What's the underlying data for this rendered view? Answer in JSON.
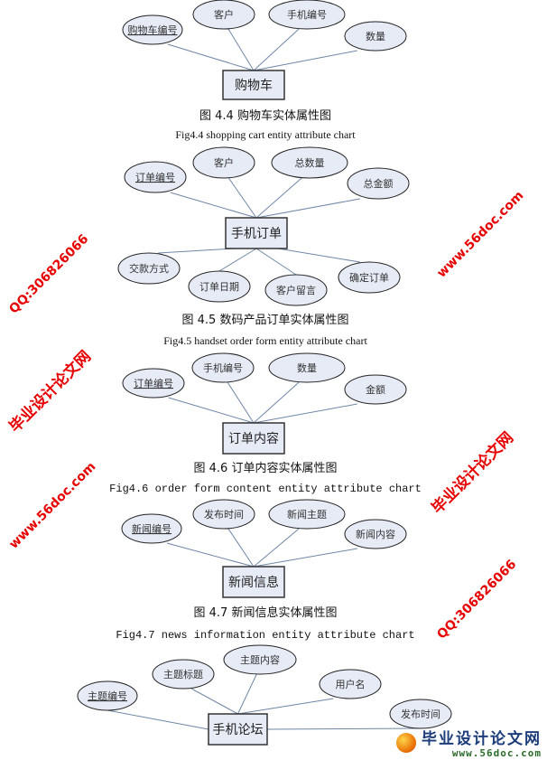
{
  "figures": [
    {
      "entity": "购物车",
      "attributes": [
        "购物车编号",
        "客户",
        "手机编号",
        "数量"
      ],
      "key_attribute": "购物车编号",
      "caption_zh": "图 4.4  购物车实体属性图",
      "caption_en": "Fig4.4 shopping cart entity attribute chart"
    },
    {
      "entity": "手机订单",
      "attributes": [
        "订单编号",
        "客户",
        "总数量",
        "总金额",
        "交款方式",
        "订单日期",
        "客户留言",
        "确定订单"
      ],
      "key_attribute": "订单编号",
      "caption_zh": "图 4.5  数码产品订单实体属性图",
      "caption_en": "Fig4.5 handset order form entity attribute chart"
    },
    {
      "entity": "订单内容",
      "attributes": [
        "订单编号",
        "手机编号",
        "数量",
        "金额"
      ],
      "key_attribute": "订单编号",
      "caption_zh": "图 4.6  订单内容实体属性图",
      "caption_en": "Fig4.6 order form content entity attribute chart"
    },
    {
      "entity": "新闻信息",
      "attributes": [
        "新闻编号",
        "发布时间",
        "新闻主题",
        "新闻内容"
      ],
      "key_attribute": "新闻编号",
      "caption_zh": "图 4.7  新闻信息实体属性图",
      "caption_en": "Fig4.7 news information entity attribute chart"
    },
    {
      "entity": "手机论坛",
      "attributes": [
        "主题编号",
        "主题标题",
        "主题内容",
        "用户名",
        "发布时间"
      ],
      "key_attribute": "主题编号"
    }
  ],
  "watermarks": {
    "site_name": "毕业设计论文网",
    "url": "www.56doc.com",
    "qq": "QQ:306826066"
  },
  "logo": {
    "title": "毕业设计论文网",
    "url": "www.56doc.com"
  },
  "colors": {
    "ellipse_fill": "#e6ebf5",
    "line": "#6f86a6",
    "watermark": "#e60000"
  }
}
